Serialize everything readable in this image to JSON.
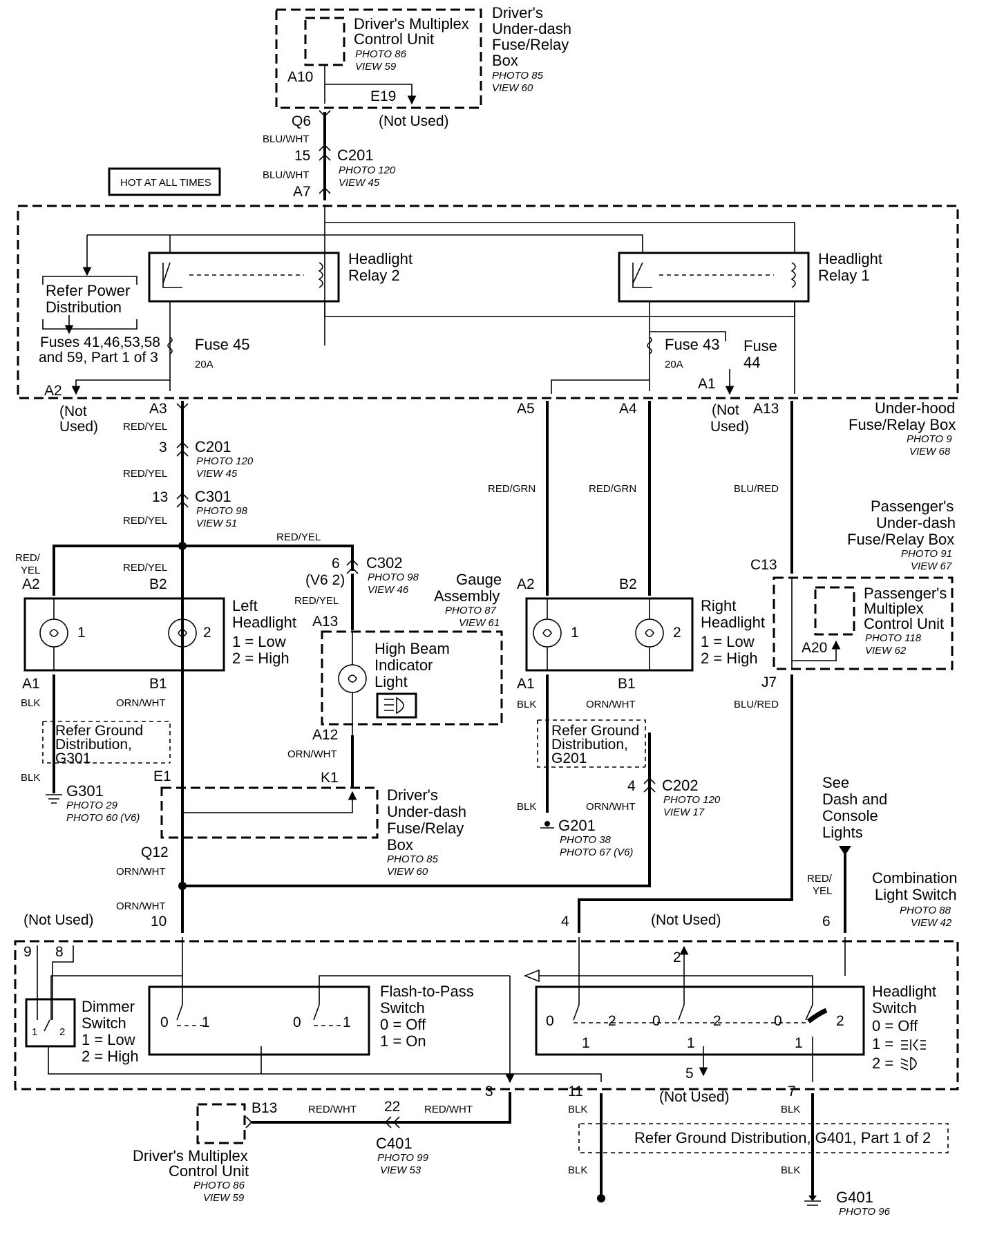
{
  "hot_at_all_times": "HOT AT ALL TIMES",
  "dmcu_top": {
    "l1": "Driver's Multiplex",
    "l2": "Control Unit",
    "photo": "PHOTO 86",
    "view": "VIEW 59",
    "pin_a10": "A10",
    "pin_e19": "E19",
    "not_used": "(Not Used)"
  },
  "dudb_top": {
    "l1": "Driver's",
    "l2": "Under-dash",
    "l3": "Fuse/Relay",
    "l4": "Box",
    "photo": "PHOTO 85",
    "view": "VIEW 60"
  },
  "top_wire": {
    "q6": "Q6",
    "c1": "BLU/WHT",
    "pin15": "15",
    "c201": "C201",
    "photo": "PHOTO 120",
    "view": "VIEW 45",
    "c2": "BLU/WHT",
    "a7": "A7"
  },
  "relay2": {
    "l1": "Headlight",
    "l2": "Relay 2"
  },
  "relay1": {
    "l1": "Headlight",
    "l2": "Relay 1"
  },
  "refer_power": {
    "l1": "Refer Power",
    "l2": "Distribution",
    "l3": "Fuses 41,46,53,58",
    "l4": "and 59, Part 1 of 3"
  },
  "fuse45": {
    "name": "Fuse 45",
    "amp": "20A"
  },
  "fuse43": {
    "name": "Fuse 43",
    "amp": "20A"
  },
  "fuse44": {
    "l1": "Fuse",
    "l2": "44"
  },
  "uh_pins": {
    "a2": "A2",
    "a3": "A3",
    "a5": "A5",
    "a4": "A4",
    "a1": "A1",
    "a13": "A13",
    "nu_left_1": "(Not",
    "nu_left_2": "Used)",
    "nu_right_1": "(Not",
    "nu_right_2": "Used)"
  },
  "underhood": {
    "l1": "Under-hood",
    "l2": "Fuse/Relay Box",
    "photo": "PHOTO 9",
    "view": "VIEW 68"
  },
  "left_col": {
    "c1": "RED/YEL",
    "pin3": "3",
    "c201": "C201",
    "photo1": "PHOTO 120",
    "view1": "VIEW 45",
    "c2": "RED/YEL",
    "pin13": "13",
    "c301": "C301",
    "photo2": "PHOTO 98",
    "view2": "VIEW 51",
    "c3": "RED/YEL",
    "c4": "RED/YEL",
    "c5": "RED/YEL",
    "c6a": "RED/",
    "c6b": "YEL"
  },
  "c302": {
    "pin": "6",
    "v6": "(V6 2)",
    "name": "C302",
    "photo": "PHOTO 98",
    "view": "VIEW 46",
    "color": "RED/YEL"
  },
  "gauge": {
    "l1": "Gauge",
    "l2": "Assembly",
    "photo": "PHOTO 87",
    "view": "VIEW 61",
    "a13": "A13",
    "a12": "A12"
  },
  "hbil": {
    "l1": "High Beam",
    "l2": "Indicator",
    "l3": "Light"
  },
  "left_hl": {
    "a2": "A2",
    "b2": "B2",
    "a1": "A1",
    "b1": "B1",
    "b_1": "1",
    "b_2": "2",
    "l1": "Left",
    "l2": "Headlight",
    "l3": "1 =  Low",
    "l4": "2 =  High"
  },
  "right_hl": {
    "a2": "A2",
    "b2": "B2",
    "a1": "A1",
    "b1": "B1",
    "b_1": "1",
    "b_2": "2",
    "l1": "Right",
    "l2": "Headlight",
    "l3": "1 =  Low",
    "l4": "2 =  High"
  },
  "right_cols": {
    "c_a5": "RED/GRN",
    "c_a4": "RED/GRN",
    "c_a13": "BLU/RED"
  },
  "pudb": {
    "l1": "Passenger's",
    "l2": "Under-dash",
    "l3": "Fuse/Relay Box",
    "photo": "PHOTO 91",
    "view": "VIEW 67",
    "c13": "C13",
    "j7": "J7",
    "a20": "A20"
  },
  "pmcu": {
    "l1": "Passenger's",
    "l2": "Multiplex",
    "l3": "Control Unit",
    "photo": "PHOTO 118",
    "view": "VIEW 62"
  },
  "left_gnd": {
    "blk1": "BLK",
    "r1": "Refer Ground",
    "r2": "Distribution,",
    "r3": "G301",
    "blk2": "BLK",
    "g": "G301",
    "photo1": "PHOTO 29",
    "photo2": "PHOTO 60 (V6)"
  },
  "mid_left": {
    "c1": "ORN/WHT",
    "e1": "E1",
    "c_a12": "ORN/WHT",
    "k1": "K1",
    "q12": "Q12",
    "c2": "ORN/WHT",
    "c3": "ORN/WHT"
  },
  "dudb_mid": {
    "l1": "Driver's",
    "l2": "Under-dash",
    "l3": "Fuse/Relay",
    "l4": "Box",
    "photo": "PHOTO 85",
    "view": "VIEW 60"
  },
  "right_gnd": {
    "blk1": "BLK",
    "r1": "Refer Ground",
    "r2": "Distribution,",
    "r3": "G201",
    "blk2": "BLK",
    "g": "G201",
    "photo1": "PHOTO 38",
    "photo2": "PHOTO 67 (V6)",
    "c1": "ORN/WHT",
    "pin4": "4",
    "c202": "C202",
    "photo3": "PHOTO 120",
    "view3": "VIEW 17",
    "c2": "ORN/WHT"
  },
  "see_dash": {
    "l1": "See",
    "l2": "Dash and",
    "l3": "Console",
    "l4": "Lights",
    "c1": "RED/",
    "c2": "YEL"
  },
  "cls": {
    "l1": "Combination",
    "l2": "Light Switch",
    "photo": "PHOTO 88",
    "view": "VIEW 42"
  },
  "sw_pins": {
    "nu_top_left": "(Not Used)",
    "p9": "9",
    "p8": "8",
    "p10": "10",
    "p4": "4",
    "nu_top_mid": "(Not Used)",
    "p6": "6",
    "p2": "2",
    "p5": "5",
    "p3": "3",
    "p11": "11",
    "p7": "7",
    "nu_bottom": "(Not Used)"
  },
  "dimmer": {
    "l1": "Dimmer",
    "l2": "Switch",
    "l3": "1 =  Low",
    "l4": "2 =  High",
    "s1": "1",
    "s2": "2"
  },
  "ftp": {
    "l1": "Flash-to-Pass",
    "l2": "Switch",
    "l3": "0 =  Off",
    "l4": "1 =  On",
    "s0a": "0",
    "s1a": "1",
    "s0b": "0",
    "s1b": "1"
  },
  "hls": {
    "l1": "Headlight",
    "l2": "Switch",
    "l3": "0 =  Off",
    "l4": "1 =",
    "l5": "2 =",
    "s0": "0",
    "s1": "1",
    "s2": "2"
  },
  "bottom": {
    "b13": "B13",
    "c1": "RED/WHT",
    "pin22": "22",
    "c2": "RED/WHT",
    "c401": "C401",
    "photo1": "PHOTO 99",
    "view1": "VIEW 53",
    "dm1": "Driver's Multiplex",
    "dm2": "Control Unit",
    "dm_photo": "PHOTO 86",
    "dm_view": "VIEW 59",
    "blk11": "BLK",
    "blk7": "BLK",
    "refer": "Refer Ground Distribution, G401, Part 1 of 2",
    "blk_b1": "BLK",
    "blk_b2": "BLK",
    "g401": "G401",
    "photo2": "PHOTO 96"
  }
}
